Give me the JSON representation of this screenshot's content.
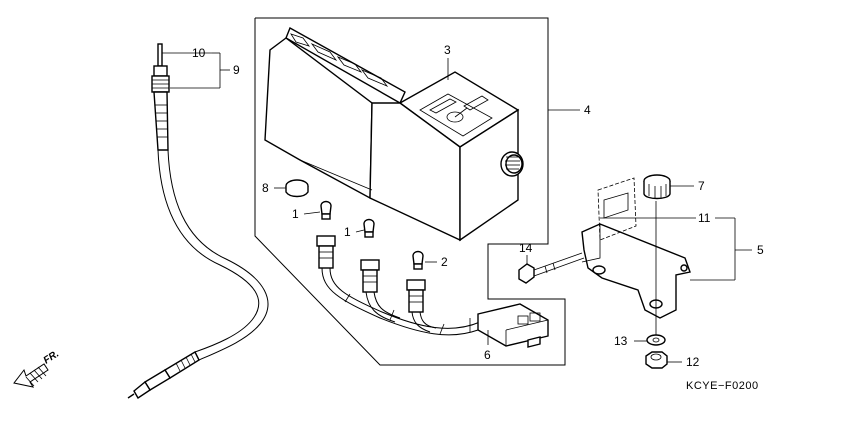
{
  "callouts": {
    "c1a": "1",
    "c1b": "1",
    "c2": "2",
    "c3": "3",
    "c4": "4",
    "c5": "5",
    "c6": "6",
    "c7": "7",
    "c8": "8",
    "c9": "9",
    "c10": "10",
    "c11": "11",
    "c12": "12",
    "c13": "13",
    "c14": "14"
  },
  "direction_label": "FR.",
  "diagram_code": "KCYE−F0200"
}
